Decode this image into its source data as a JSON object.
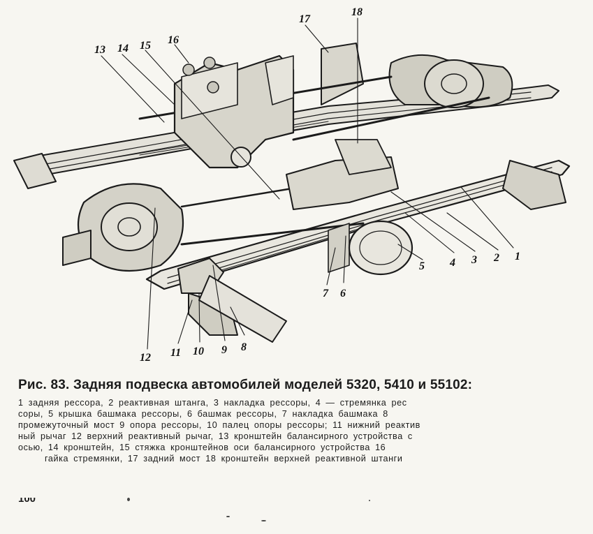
{
  "figure": {
    "callouts": [
      "1",
      "2",
      "3",
      "4",
      "5",
      "6",
      "7",
      "8",
      "9",
      "10",
      "11",
      "12",
      "13",
      "14",
      "15",
      "16",
      "17",
      "18"
    ]
  },
  "caption": {
    "title": "Рис. 83. Задняя подвеска автомобилей моделей 5320, 5410 и 55102:",
    "lines": [
      "1  задняя рессора, 2  реактивная штанга, 3  накладка рессоры, 4 — стремянка рес",
      "соры, 5  крышка башмака рессоры, 6  башмак рессоры, 7  накладка башмака  8",
      "промежуточный мост  9  опора рессоры, 10  палец опоры рессоры; 11  нижний реактив",
      "ный рычаг  12  верхний реактивный рычаг, 13  кронштейн балансирного устройства с",
      "осью, 14  кронштейн, 15  стяжка кронштейнов оси балансирного устройства  16",
      "гайка стремянки, 17  задний мост  18  кронштейн верхней реактивной штанги"
    ]
  },
  "page_number": "100"
}
